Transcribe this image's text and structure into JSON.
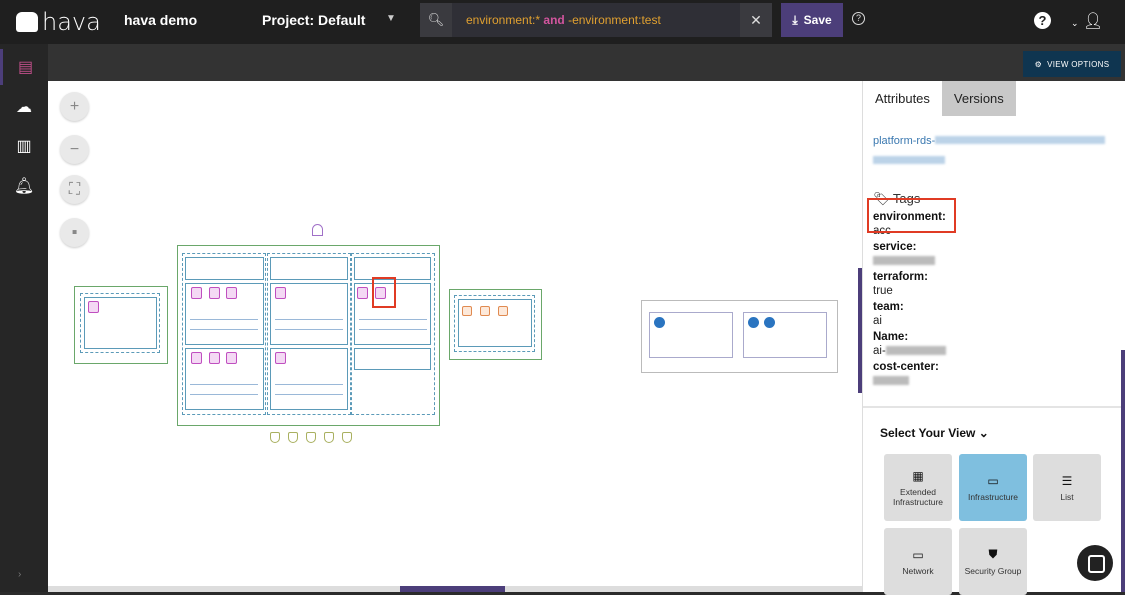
{
  "header": {
    "logo": "hava",
    "account": "hava demo",
    "project": "Project: Default",
    "search": {
      "part1": "environment:*",
      "op": "and",
      "part2": "-environment:test"
    },
    "save_label": "Save"
  },
  "toolbar": {
    "view_options_label": "VIEW OPTIONS"
  },
  "sidebar": {
    "items": [
      {
        "icon": "diagrams-icon"
      },
      {
        "icon": "cloud-icon"
      },
      {
        "icon": "reports-icon"
      },
      {
        "icon": "alerts-icon"
      }
    ]
  },
  "canvas": {
    "zoom_controls": [
      "+",
      "−"
    ]
  },
  "panel": {
    "tabs": [
      {
        "label": "Attributes",
        "active": true
      },
      {
        "label": "Versions",
        "active": false
      }
    ],
    "resource_link": "platform-rds-",
    "tags_heading": "Tags",
    "tags": [
      {
        "key": "environment:",
        "value": "acc",
        "highlighted": true
      },
      {
        "key": "service:",
        "value": ""
      },
      {
        "key": "terraform:",
        "value": "true"
      },
      {
        "key": "team:",
        "value": "ai"
      },
      {
        "key": "Name:",
        "value": "ai-"
      },
      {
        "key": "cost-center:",
        "value": ""
      }
    ],
    "select_view_label": "Select Your View",
    "views": [
      {
        "label": "Extended Infrastructure",
        "icon": "grid-icon",
        "selected": false
      },
      {
        "label": "Infrastructure",
        "icon": "laptop-icon",
        "selected": true
      },
      {
        "label": "List",
        "icon": "list-icon",
        "selected": false
      },
      {
        "label": "Network",
        "icon": "laptop-icon",
        "selected": false
      },
      {
        "label": "Security Group",
        "icon": "shield-icon",
        "selected": false
      }
    ]
  },
  "colors": {
    "accent": "#4c3e7a",
    "highlight": "#e03b24",
    "selected_view": "#7fbfdf"
  }
}
